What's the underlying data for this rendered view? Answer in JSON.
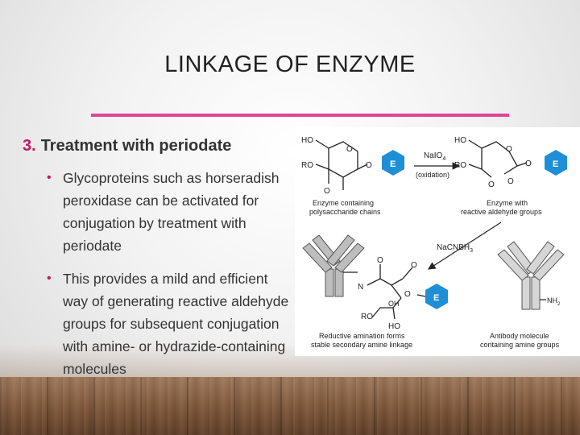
{
  "slide": {
    "title": "LINKAGE OF ENZYME",
    "heading_number": "3.",
    "heading_text": "Treatment with periodate",
    "bullets": [
      "Glycoproteins such as horseradish peroxidase can be activated for conjugation by treatment with periodate",
      "This provides a mild and efficient way of generating reactive aldehyde groups for subsequent conjugation with amine- or hydrazide-containing molecules"
    ],
    "accent_color": "#e0449a",
    "bullet_color": "#c2185b"
  },
  "figure": {
    "enzyme_label": "E",
    "left_sugar": {
      "ho": "HO",
      "ro": "RO",
      "ring_o": "O",
      "link_o": "O"
    },
    "right_aldehyde": {
      "ho": "HO",
      "ro": "RO",
      "o1": "O",
      "o2": "O",
      "o3": "O",
      "o4": "O"
    },
    "reagent_top": "NaIO",
    "reagent_top_sub": "4",
    "reagent_top_note": "(oxidation)",
    "caption_left_1": "Enzyme containing",
    "caption_left_2": "polysaccharide chains",
    "caption_right_1": "Enzyme with",
    "caption_right_2": "reactive aldehyde groups",
    "reagent_mid": "NaCNBH",
    "reagent_mid_sub": "3",
    "product": {
      "n": "N",
      "o1": "O",
      "o2": "O",
      "oh": "OH",
      "ro": "RO",
      "ho": "HO"
    },
    "amine_label": "NH",
    "amine_sub": "2",
    "caption_bottom_left_1": "Reductive amination forms",
    "caption_bottom_left_2": "stable secondary amine linkage",
    "caption_bottom_right_1": "Antibody molecule",
    "caption_bottom_right_2": "containing amine groups",
    "enzyme_color": "#1e8fd6"
  }
}
